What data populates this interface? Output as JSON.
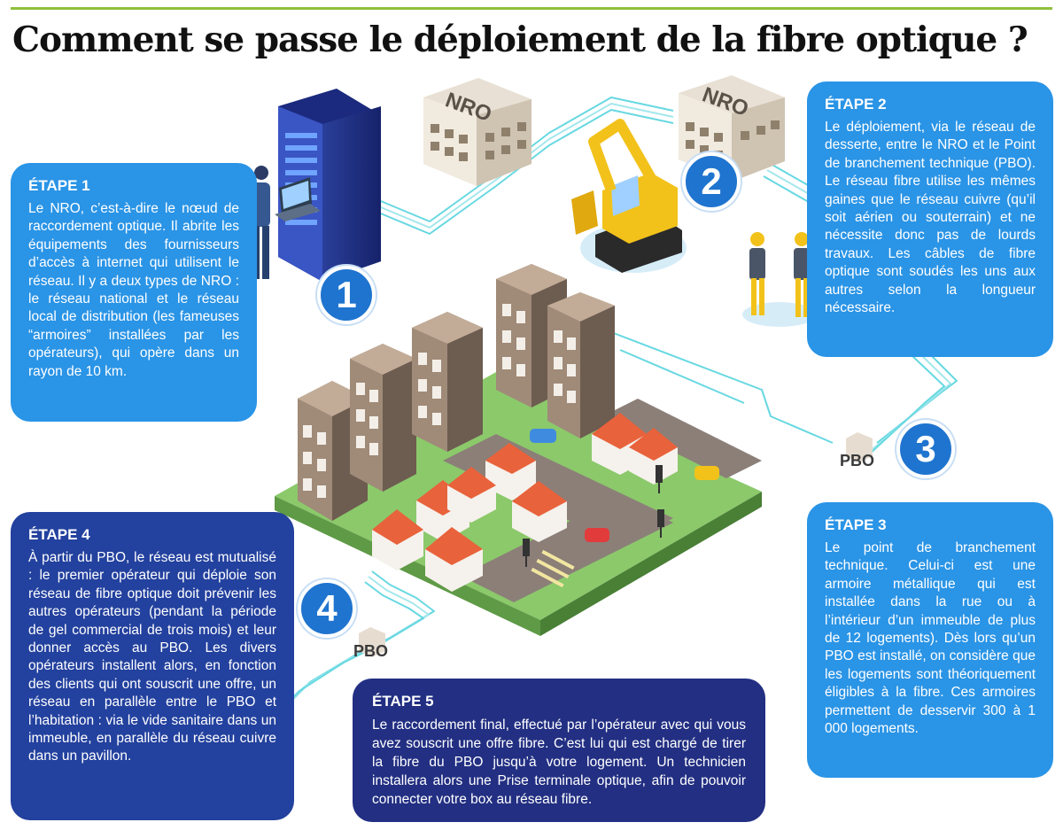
{
  "title": "Comment se passe le déploiement de la fibre optique ?",
  "labels": {
    "nro_left": "NRO",
    "nro_right": "NRO",
    "pbo_right": "PBO",
    "pbo_left": "PBO"
  },
  "badges": [
    "1",
    "2",
    "3",
    "4"
  ],
  "steps": [
    {
      "heading": "ÉTAPE 1",
      "text": "Le NRO, c’est-à-dire le nœud de raccordement optique. Il abrite les équipements des fournisseurs d’accès à internet qui utilisent le réseau. Il y a deux types de NRO : le réseau national et le réseau local de distribution (les fameuses “armoires” installées par les opérateurs), qui opère dans un rayon de 10 km."
    },
    {
      "heading": "ÉTAPE 2",
      "text": "Le déploiement, via le réseau de desserte, entre le NRO et le Point de branchement technique (PBO). Le réseau fibre utilise les mêmes gaines que le réseau cuivre (qu’il soit aérien ou souterrain) et ne nécessite donc pas de lourds travaux. Les câbles de fibre optique sont soudés les uns aux autres selon la longueur nécessaire."
    },
    {
      "heading": "ÉTAPE 3",
      "text": "Le point de branchement technique. Celui-ci est une armoire métallique qui est installée dans la rue ou à l’intérieur d’un immeuble de plus de 12 logements). Dès lors qu’un PBO est installé, on considère que les logements sont théoriquement éligibles à la fibre. Ces armoires permettent de desservir 300 à 1 000 logements."
    },
    {
      "heading": "ÉTAPE 4",
      "text": "À partir du PBO, le réseau est mutualisé : le premier opérateur qui déploie son réseau de fibre optique doit prévenir les autres opérateurs (pendant la période de gel commercial de trois mois) et leur donner accès au PBO. Les divers opérateurs installent alors, en fonction des clients qui ont souscrit une offre, un réseau en parallèle entre le PBO et l’habitation : via le vide sanitaire dans un immeuble, en parallèle du réseau cuivre dans un pavillon."
    },
    {
      "heading": "ÉTAPE 5",
      "text": "Le raccordement final, effectué par l’opérateur avec qui vous avez souscrit une offre fibre. C’est lui qui est chargé de tirer la fibre du PBO jusqu’à votre logement. Un technicien installera alors une Prise terminale optique, afin de pouvoir connecter votre box au réseau fibre."
    }
  ],
  "colors": {
    "accent_green": "#8fbf3c",
    "step_light_blue": "#2a94e6",
    "step_dark_blue": "#23419e",
    "step_navy": "#222f82",
    "fiber_cable": "#5fd6e0",
    "badge": "#1f74cf"
  }
}
